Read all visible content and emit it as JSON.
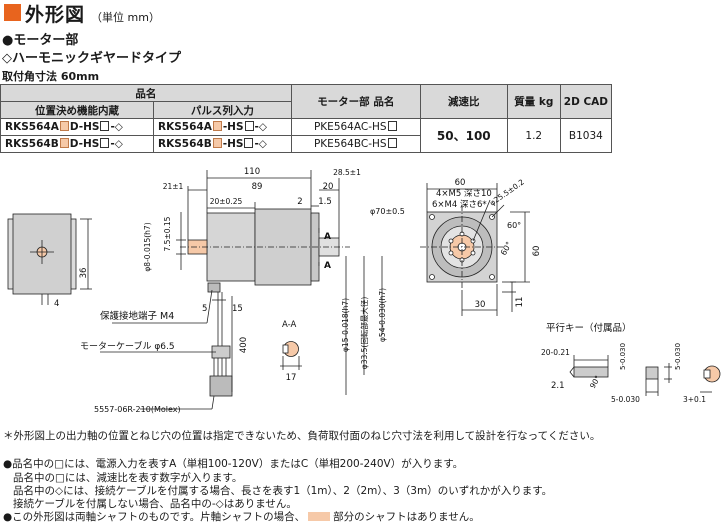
{
  "header": {
    "title": "外形図",
    "unit": "（単位 mm）"
  },
  "motor_part": "●モーター部",
  "gear_part": "◇ハーモニックギヤードタイプ",
  "mount": "取付角寸法 60mm",
  "table": {
    "h_product": "品名",
    "h_pos": "位置決め機能内蔵",
    "h_pulse": "パルス列入力",
    "h_motor": "モーター部 品名",
    "h_ratio": "減速比",
    "h_mass": "質量 kg",
    "h_cad": "2D CAD",
    "rows": [
      {
        "pos_a": "RKS564A",
        "pos_b": "D-HS",
        "pos_c": "-◇",
        "pul_a": "RKS564A",
        "pul_b": "-HS",
        "pul_c": "-◇",
        "motor": "PKE564AC-HS"
      },
      {
        "pos_a": "RKS564B",
        "pos_b": "D-HS",
        "pos_c": "-◇",
        "pul_a": "RKS564B",
        "pul_b": "-HS",
        "pul_c": "-◇",
        "motor": "PKE564BC-HS"
      }
    ],
    "ratio": "50、100",
    "mass": "1.2",
    "cad": "B1034"
  },
  "drawing": {
    "d110": "110",
    "d21": "21±1",
    "d89": "89",
    "d20a": "20",
    "d285": "28.5±1",
    "d20b": "20±0.25",
    "d2": "2",
    "d15a": "1.5",
    "phi8": "φ8-0.015(h7)",
    "d75": "7.5±0.15",
    "d36": "36",
    "d4": "4",
    "d5": "5",
    "d15b": "15",
    "d400": "400",
    "ground": "保護接地端子 M4",
    "cable": "モーターケーブル φ6.5",
    "connector": "5557-06R-210(Molex)",
    "phi15": "φ15-0.018(h7)",
    "phi54": "φ54-0.030(h7)",
    "phi335": "φ33.5(回転部最大径)",
    "label_a1": "A",
    "label_a2": "A",
    "section": "A-A",
    "d17": "17",
    "d60w": "60",
    "m5": "4×M5 深さ10",
    "m4": "6×M4 深さ6*",
    "phi70": "φ70±0.5",
    "phi255": "φ25.5±0.2",
    "a60a": "60°",
    "a60b": "60°",
    "d60h": "60",
    "d30": "30",
    "d11": "11",
    "key_title": "平行キー（付属品）",
    "k20": "20-0.21",
    "k5a": "5-0.030",
    "k5b": "5-0.030",
    "k21": "2.1",
    "k90": "90°",
    "k5c": "5-0.030",
    "k3": "3+0.1"
  },
  "notes": {
    "n1": "＊外形図上の出力軸の位置とねじ穴の位置は指定できないため、負荷取付面のねじ穴寸法を利用して設計を行なってください。",
    "n2": "●品名中の□には、電源入力を表すA（単相100-120V）またはC（単相200-240V）が入ります。",
    "n3": "品名中の□には、減速比を表す数字が入ります。",
    "n4": "品名中の◇には、接続ケーブルを付属する場合、長さを表す1（1m）、2（2m）、3（3m）のいずれかが入ります。",
    "n5": "接続ケーブルを付属しない場合、品名中の-◇はありません。",
    "n6": "●この外形図は両軸シャフトのものです。片軸シャフトの場合、",
    "n7": "部分のシャフトはありません。"
  }
}
